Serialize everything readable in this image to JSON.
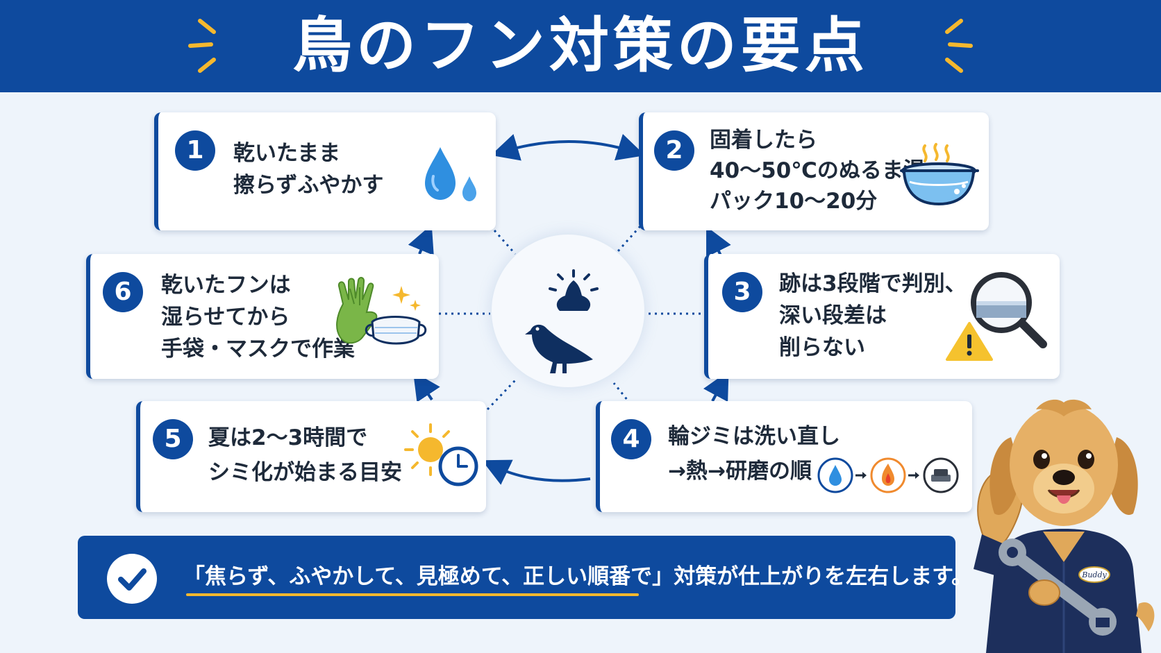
{
  "title": "鳥のフン対策の要点",
  "steps": [
    {
      "num": "1",
      "lines": [
        "乾いたまま",
        "擦らずふやかす"
      ],
      "icon": "water-drops-icon"
    },
    {
      "num": "2",
      "lines": [
        "固着したら",
        "40～50℃のぬるま湯",
        "パック10～20分"
      ],
      "icon": "warm-water-bowl-icon"
    },
    {
      "num": "3",
      "lines": [
        "跡は3段階で判別、",
        "深い段差は",
        "削らない"
      ],
      "icon": "magnifier-warning-icon"
    },
    {
      "num": "4",
      "lines": [
        "輪ジミは洗い直し",
        "→熱→研磨の順"
      ],
      "icon": "process-icons"
    },
    {
      "num": "5",
      "lines": [
        "夏は2～3時間で",
        "シミ化が始まる目安"
      ],
      "icon": "sun-clock-icon"
    },
    {
      "num": "6",
      "lines": [
        "乾いたフンは",
        "湿らせてから",
        "手袋・マスクで作業"
      ],
      "icon": "gloves-mask-icon"
    }
  ],
  "banner": {
    "highlight": "「焦らず、ふやかして、見極めて、正しい順番で」",
    "rest": "対策が仕上がりを左右します。"
  },
  "mascot": {
    "badge": "Buddy"
  },
  "colors": {
    "primary": "#0e4a9e",
    "accent": "#f5b82e",
    "drop": "#2f8fe0",
    "bg": "#eef4fb"
  }
}
